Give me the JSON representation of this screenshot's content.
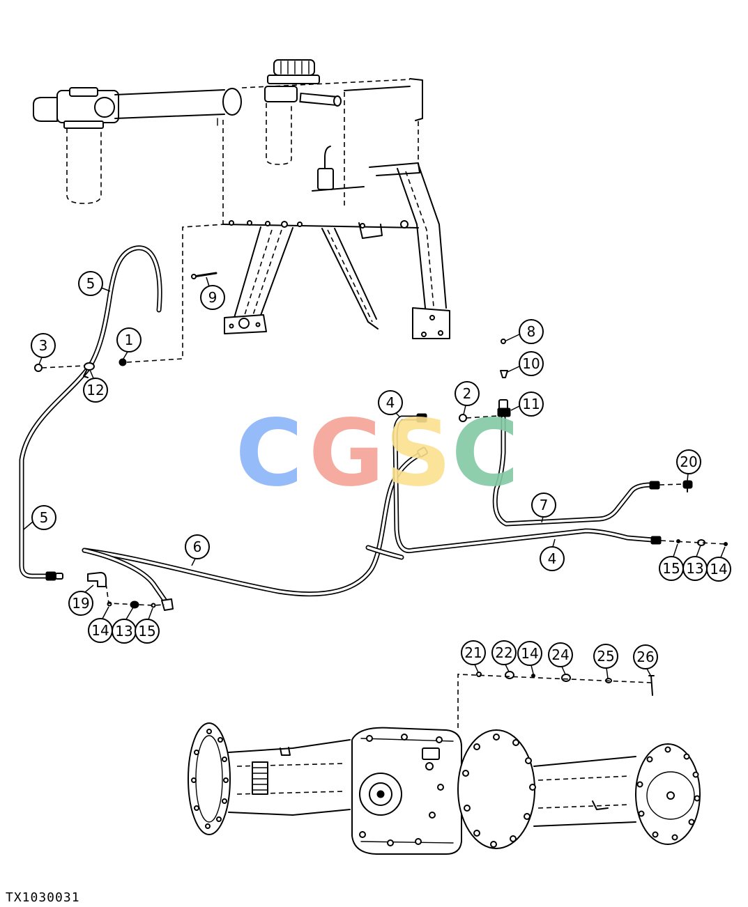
{
  "figure_id": "TX1030031",
  "watermark": {
    "letters": [
      {
        "char": "C",
        "color": "#8ab4f8"
      },
      {
        "char": "G",
        "color": "#f5a395"
      },
      {
        "char": "S",
        "color": "#fbe08f"
      },
      {
        "char": "C",
        "color": "#82c9a5"
      }
    ]
  },
  "callouts": [
    "5",
    "9",
    "3",
    "1",
    "12",
    "8",
    "10",
    "2",
    "11",
    "4",
    "20",
    "7",
    "5",
    "6",
    "4",
    "15",
    "13",
    "14",
    "19",
    "14",
    "13",
    "15",
    "21",
    "22",
    "14",
    "24",
    "25",
    "26"
  ]
}
